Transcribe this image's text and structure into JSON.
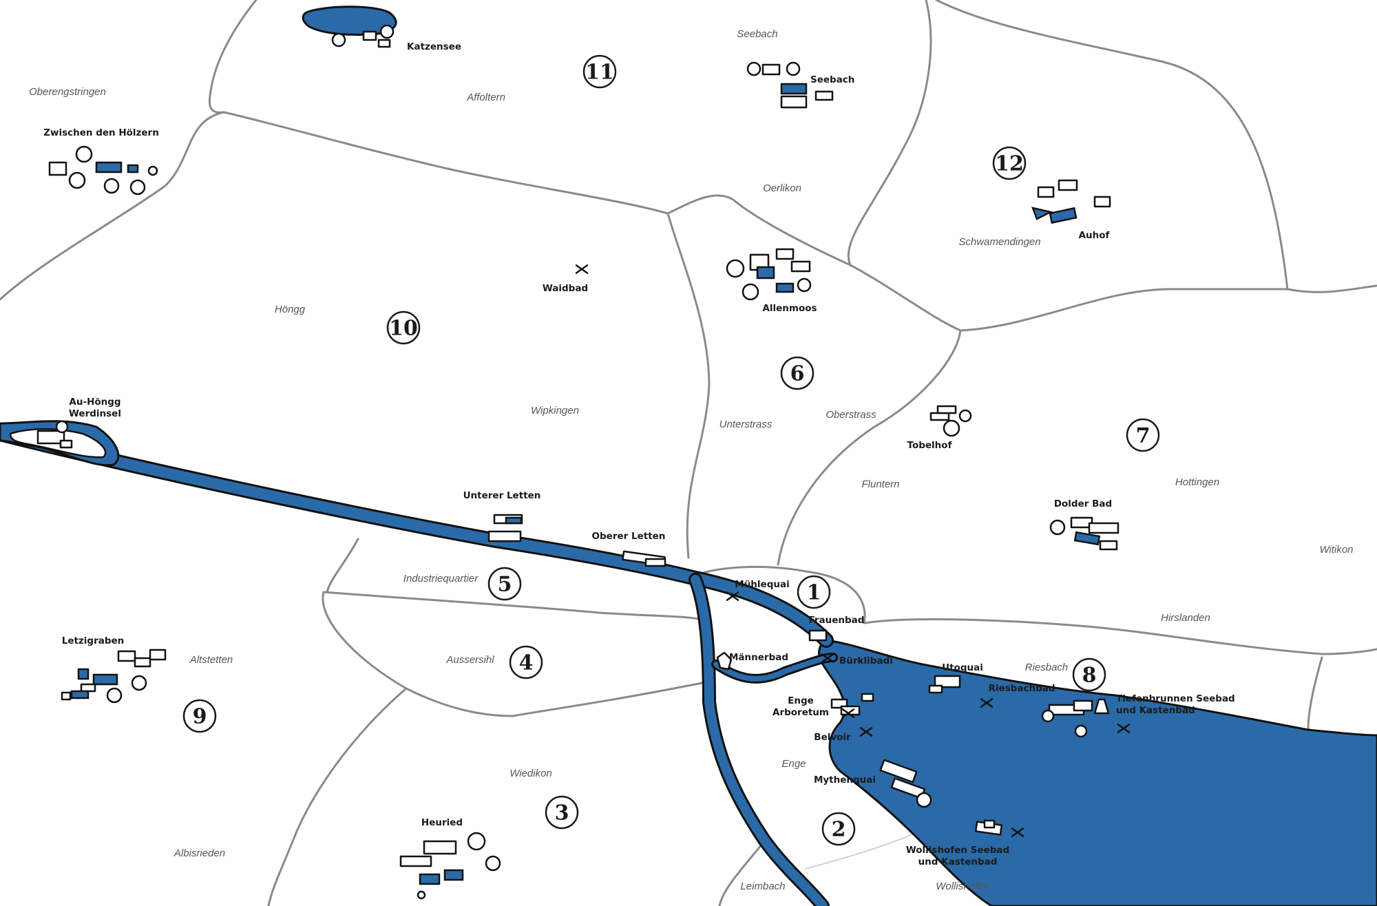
{
  "colors": {
    "water": "#2b6aa8",
    "outline": "#111111",
    "district_boundary": "#8a8a8a",
    "background": "#ffffff",
    "quarter_label": "#555555",
    "bath_label": "#1a1a1a"
  },
  "districts": [
    {
      "number": "1"
    },
    {
      "number": "2"
    },
    {
      "number": "3"
    },
    {
      "number": "4"
    },
    {
      "number": "5"
    },
    {
      "number": "6"
    },
    {
      "number": "7"
    },
    {
      "number": "8"
    },
    {
      "number": "9"
    },
    {
      "number": "10"
    },
    {
      "number": "11"
    },
    {
      "number": "12"
    }
  ],
  "quarters": [
    "Oberengstringen",
    "Affoltern",
    "Seebach",
    "Oerlikon",
    "Schwamendingen",
    "Höngg",
    "Wipkingen",
    "Unterstrass",
    "Oberstrass",
    "Fluntern",
    "Hottingen",
    "Witikon",
    "Hirslanden",
    "Riesbach",
    "Industriequartier",
    "Aussersihl",
    "Altstetten",
    "Wiedikon",
    "Enge",
    "Albisrieden",
    "Leimbach",
    "Wollishofen"
  ],
  "baths": [
    {
      "lines": [
        "Katzensee"
      ]
    },
    {
      "lines": [
        "Seebach"
      ]
    },
    {
      "lines": [
        "Zwischen den Hölzern"
      ]
    },
    {
      "lines": [
        "Auhof"
      ]
    },
    {
      "lines": [
        "Waidbad"
      ]
    },
    {
      "lines": [
        "Allenmoos"
      ]
    },
    {
      "lines": [
        "Au-Höngg",
        "Werdinsel"
      ]
    },
    {
      "lines": [
        "Tobelhof"
      ]
    },
    {
      "lines": [
        "Unterer Letten"
      ]
    },
    {
      "lines": [
        "Dolder Bad"
      ]
    },
    {
      "lines": [
        "Oberer Letten"
      ]
    },
    {
      "lines": [
        "Mühlequai"
      ]
    },
    {
      "lines": [
        "Frauenbad"
      ]
    },
    {
      "lines": [
        "Männerbad"
      ]
    },
    {
      "lines": [
        "Bürklibadi"
      ]
    },
    {
      "lines": [
        "Utoquai"
      ]
    },
    {
      "lines": [
        "Riesbachbad"
      ]
    },
    {
      "lines": [
        "Tiefenbrunnen Seebad",
        "und Kastenbad"
      ]
    },
    {
      "lines": [
        "Letzigraben"
      ]
    },
    {
      "lines": [
        "Enge",
        "Arboretum"
      ]
    },
    {
      "lines": [
        "Belvoir"
      ]
    },
    {
      "lines": [
        "Mythenquai"
      ]
    },
    {
      "lines": [
        "Heuried"
      ]
    },
    {
      "lines": [
        "Wollishofen Seebad",
        "und Kastenbad"
      ]
    }
  ],
  "icons": [
    "cross-marker-icon",
    "tree-icon",
    "building-icon",
    "pool-icon",
    "lake-icon",
    "river-icon"
  ]
}
